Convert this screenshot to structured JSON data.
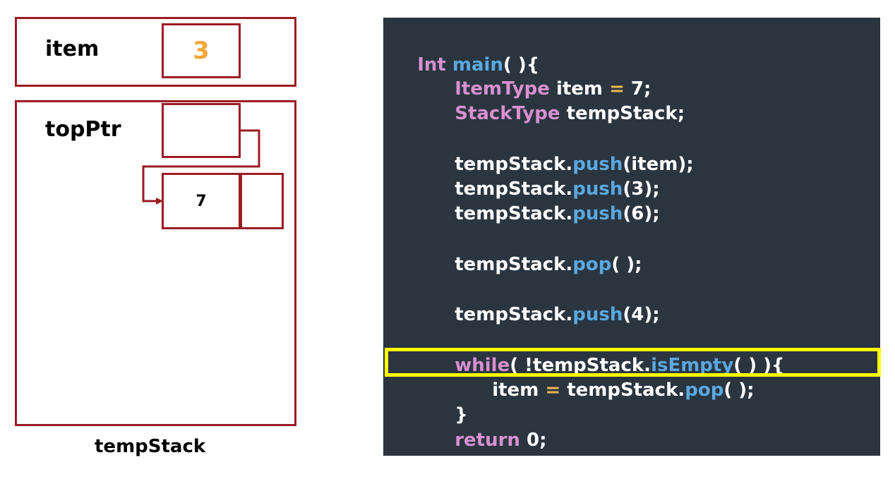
{
  "diagram": {
    "item_label": "item",
    "item_value": "3",
    "topptr_label": "topPtr",
    "node_value": "7",
    "stack_caption": "tempStack"
  },
  "colors": {
    "frame": "#9b1b24",
    "item_value": "#f4a637",
    "code_background": "#2a3540",
    "keyword": "#d98fd0",
    "function": "#5aa8e0",
    "operator": "#f0b84f",
    "highlight": "#ffff00"
  },
  "code": {
    "main_type": "Int",
    "main_name": "main",
    "main_open": "( ){",
    "l2_type": "ItemType",
    "l2_var": " item ",
    "l2_eq": "=",
    "l2_rest": " 7;",
    "l3_type": "StackType",
    "l3_rest": " tempStack;",
    "obj": "tempStack.",
    "push": "push",
    "pop": "pop",
    "arg_item": "(item);",
    "arg_3": "(3);",
    "arg_6": "(6);",
    "arg_pop": "( );",
    "arg_4": "(4);",
    "while_kw": "while",
    "while_mid": "( !tempStack.",
    "isEmpty": "isEmpty",
    "while_end": "( ) ){",
    "assign_var": "item ",
    "assign_eq": "=",
    "assign_obj": " tempStack.",
    "close_inner": "}",
    "return_kw": "return",
    "return_rest": " 0;",
    "close_outer": "}"
  }
}
